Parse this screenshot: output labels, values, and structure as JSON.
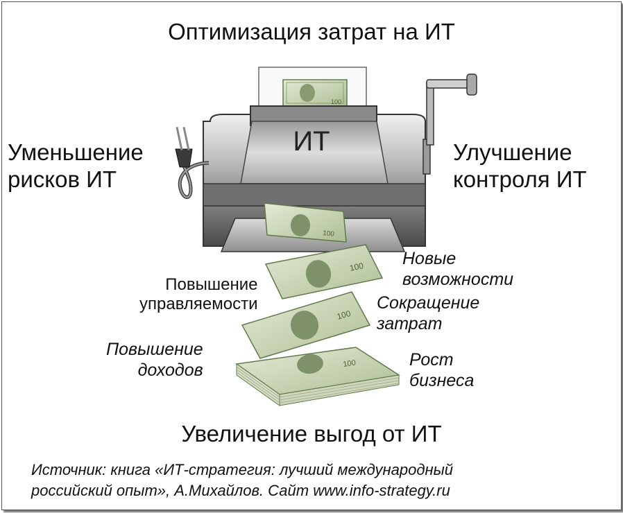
{
  "title": "Оптимизация затрат на ИТ",
  "printer_label": "ИТ",
  "left_label": [
    "Уменьшение",
    "рисков ИТ"
  ],
  "right_label": [
    "Улучшение",
    "контроля ИТ"
  ],
  "benefits": {
    "manageability": [
      "Повышение",
      "управляемости"
    ],
    "new_opportunities": [
      "Новые",
      "возможности"
    ],
    "cost_reduction": [
      "Сокращение",
      "затрат"
    ],
    "income_growth": [
      "Повышение",
      "доходов"
    ],
    "business_growth": [
      "Рост",
      "бизнеса"
    ]
  },
  "bottom_title": "Увеличение выгод от ИТ",
  "source": [
    "Источник: книга «ИТ-стратегия: лучший международный",
    "российский опыт», А.Михайлов.   Сайт www.info-strategy.ru"
  ],
  "banknote_denomination": "100",
  "colors": {
    "banknote": "#c9d6b0",
    "banknote_dark": "#5f7a4a",
    "printer_body": "#8a8a8a"
  }
}
